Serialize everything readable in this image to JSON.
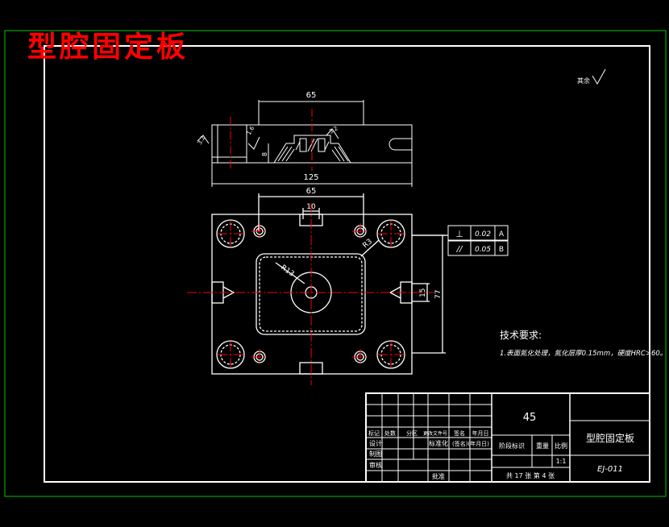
{
  "sheet": {
    "title": "型腔固定板",
    "colors": {
      "background": "#000000",
      "outer_border": "#00c800",
      "frame": "#ffffff",
      "centerline": "#ff0000",
      "title_red": "#ff0000",
      "hatch": "#ffffff"
    }
  },
  "side_view": {
    "dim_top": "65",
    "dim_bottom": "125",
    "dim_side": "8",
    "roughness_left": "3.2",
    "roughness_right": "3.2",
    "roughness_small": "1.6"
  },
  "top_view": {
    "dim_top": "65",
    "dim_slot": "10",
    "dim_radius_pocket": "R3",
    "dim_radius_center": "R13",
    "dim_right_small": "15",
    "dim_right_large": "77"
  },
  "tolerance_frames": [
    {
      "symbol": "⊥",
      "value": "0.02",
      "datum": "A"
    },
    {
      "symbol": "//",
      "value": "0.05",
      "datum": "B"
    }
  ],
  "surface_finish": {
    "label": "其余",
    "symbol": "√"
  },
  "tech_requirements": {
    "heading": "技术要求:",
    "line1": "1.表面氮化处理，氮化层厚0.15mm，硬度HRC>60。"
  },
  "title_block": {
    "material": "45",
    "part_name": "型腔固定板",
    "drawing_no": "EJ-011",
    "scale": "1:1",
    "sheets": "共 17 张  第 4 张",
    "row_labels": [
      "标记",
      "处数",
      "分区",
      "更改文件号",
      "签名",
      "年月日"
    ],
    "design_label": "设计",
    "standardize_label": "标准化",
    "sign_date_label": "(签名)(年月日)",
    "stage_label": "阶段标识",
    "weight_label": "重量",
    "scale_label": "比例",
    "draw_label": "制图",
    "check_label": "审核",
    "approve_label": "批准"
  }
}
